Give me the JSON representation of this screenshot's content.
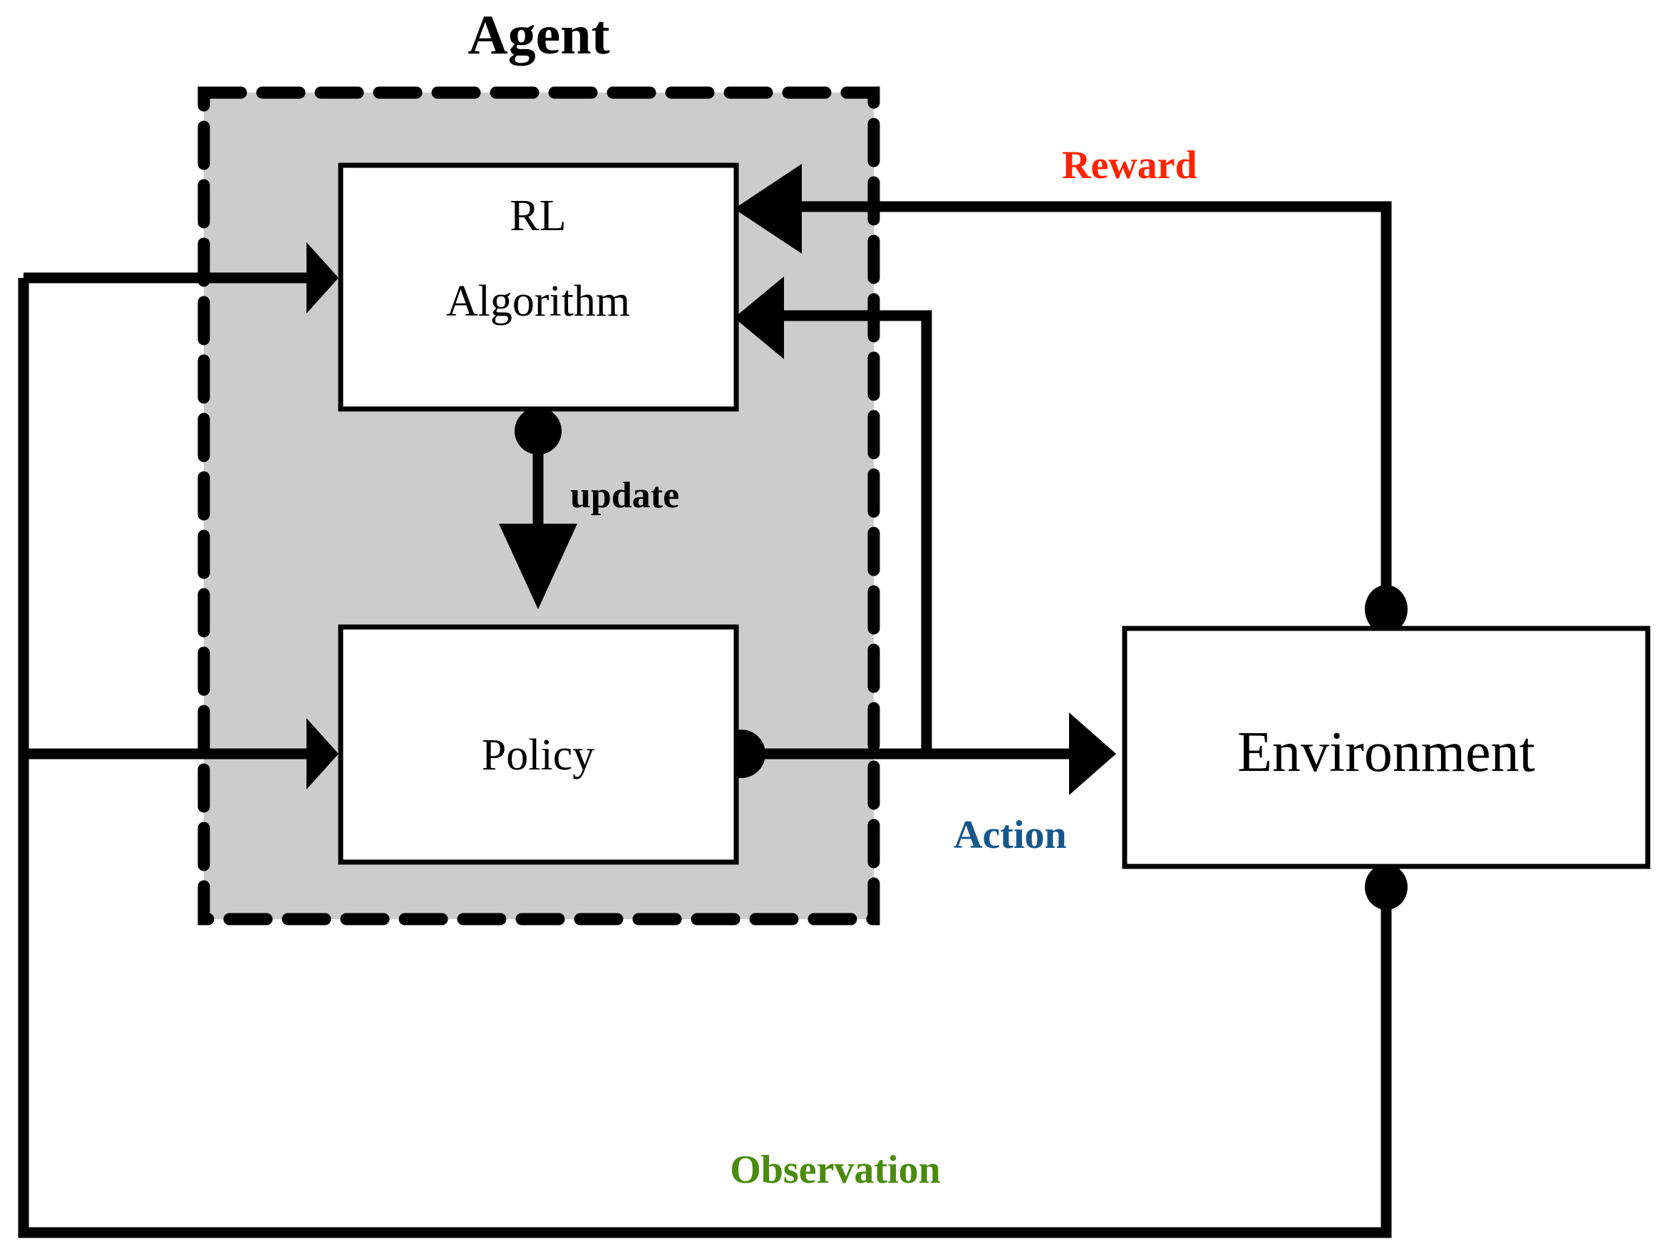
{
  "diagram": {
    "title": "Agent",
    "background_color": "#ffffff",
    "agent_region": {
      "label": "Agent",
      "fill_color": "#cccccc",
      "border_style": "dashed",
      "border_color": "#000000"
    },
    "nodes": [
      {
        "id": "rl-algorithm",
        "label_line1": "RL",
        "label_line2": "Algorithm",
        "fill_color": "#ffffff",
        "border_color": "#000000"
      },
      {
        "id": "policy",
        "label": "Policy",
        "fill_color": "#ffffff",
        "border_color": "#000000"
      },
      {
        "id": "environment",
        "label": "Environment",
        "fill_color": "#ffffff",
        "border_color": "#000000"
      }
    ],
    "edges": [
      {
        "id": "update",
        "label": "update",
        "color": "#000000",
        "from": "rl-algorithm",
        "to": "policy"
      },
      {
        "id": "reward",
        "label": "Reward",
        "color": "#ff2400",
        "from": "environment",
        "to": "rl-algorithm"
      },
      {
        "id": "action",
        "label": "Action",
        "color": "#15578c",
        "from": "policy",
        "to": "environment"
      },
      {
        "id": "observation",
        "label": "Observation",
        "color": "#4a8a0c",
        "from": "environment",
        "to": "rl-algorithm, policy"
      },
      {
        "id": "action-feedback",
        "label": "",
        "color": "#000000",
        "from": "policy",
        "to": "rl-algorithm"
      }
    ]
  }
}
